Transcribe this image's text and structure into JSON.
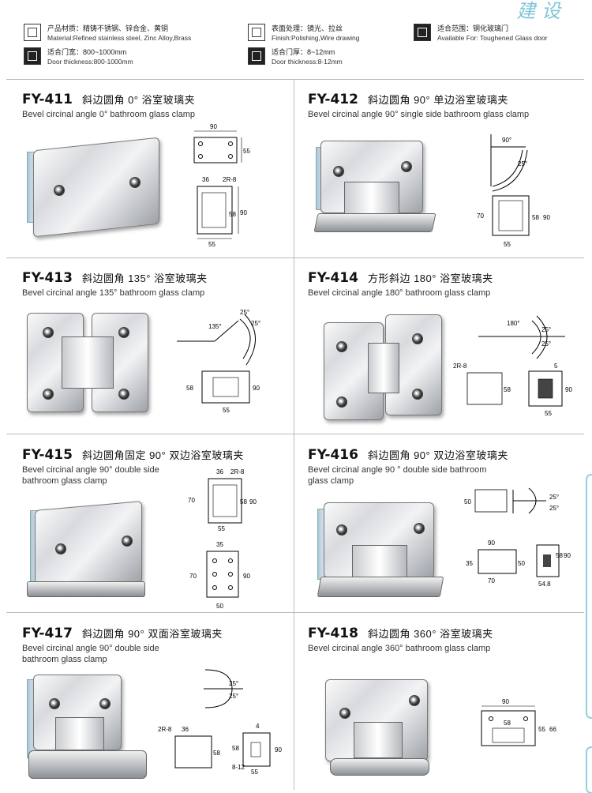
{
  "header": {
    "material_cn": "产品材质：精铸不锈钢、锌合金、黄铜",
    "material_en": "Material:Refined stainless steel, Zinc Alloy,Brass",
    "finish_cn": "表面处理：镜光、拉丝",
    "finish_en": "Finish:Polishing,Wire drawing",
    "scope_cn": "适合范围：钢化玻璃门",
    "scope_en": "Available For: Toughened Glass door",
    "door_width_cn": "适合门宽：800~1000mm",
    "door_width_en": "Door thickness:800-1000mm",
    "door_thick_cn": "适合门厚：8~12mm",
    "door_thick_en": "Door thickness:8-12mm",
    "corner_deco": "建 设"
  },
  "products": [
    {
      "model": "FY-411",
      "title_cn": "斜边圆角 0°  浴室玻璃夹",
      "title_en": "Bevel circinal angle 0°    bathroom glass clamp",
      "dims": [
        "90",
        "55",
        "36",
        "2R-8",
        "58",
        "90",
        "55"
      ]
    },
    {
      "model": "FY-412",
      "title_cn": "斜边圆角 90°  单边浴室玻璃夹",
      "title_en": "Bevel circinal angle 90°   single side bathroom glass clamp",
      "dims": [
        "90°",
        "25°",
        "70",
        "58",
        "90",
        "55"
      ]
    },
    {
      "model": "FY-413",
      "title_cn": "斜边圆角 135°  浴室玻璃夹",
      "title_en": "Bevel circinal angle 135°   bathroom glass clamp",
      "dims": [
        "135°",
        "25°",
        "25°",
        "58",
        "90",
        "55"
      ]
    },
    {
      "model": "FY-414",
      "title_cn": "方形斜边 180°  浴室玻璃夹",
      "title_en": "Bevel circinal angle 180°   bathroom glass clamp",
      "dims": [
        "180°",
        "25°",
        "25°",
        "2R-8",
        "58",
        "5",
        "90",
        "55"
      ]
    },
    {
      "model": "FY-415",
      "title_cn": "斜边圆角固定 90°  双边浴室玻璃夹",
      "title_en": "Bevel circinal angle 90°   double side bathroom glass clamp",
      "dims": [
        "36",
        "2R-8",
        "70",
        "58",
        "90",
        "55",
        "35",
        "70",
        "90",
        "50"
      ]
    },
    {
      "model": "FY-416",
      "title_cn": "斜边圆角 90°  双边浴室玻璃夹",
      "title_en": "Bevel circinal angle 90  °   double side bathroom glass clamp",
      "dims": [
        "50",
        "25°",
        "25°",
        "90",
        "35",
        "50",
        "70",
        "58",
        "90",
        "54.8"
      ]
    },
    {
      "model": "FY-417",
      "title_cn": "斜边圆角 90°  双面浴室玻璃夹",
      "title_en": "Bevel circinal angle 90°    double side bathroom glass clamp",
      "dims": [
        "25°",
        "25°",
        "2R-8",
        "36",
        "4",
        "58",
        "58",
        "90",
        "8-12",
        "55"
      ]
    },
    {
      "model": "FY-418",
      "title_cn": "斜边圆角 360°  浴室玻璃夹",
      "title_en": "Bevel circinal angle 360°   bathroom glass clamp",
      "dims": [
        "90",
        "58",
        "55",
        "66"
      ]
    }
  ]
}
